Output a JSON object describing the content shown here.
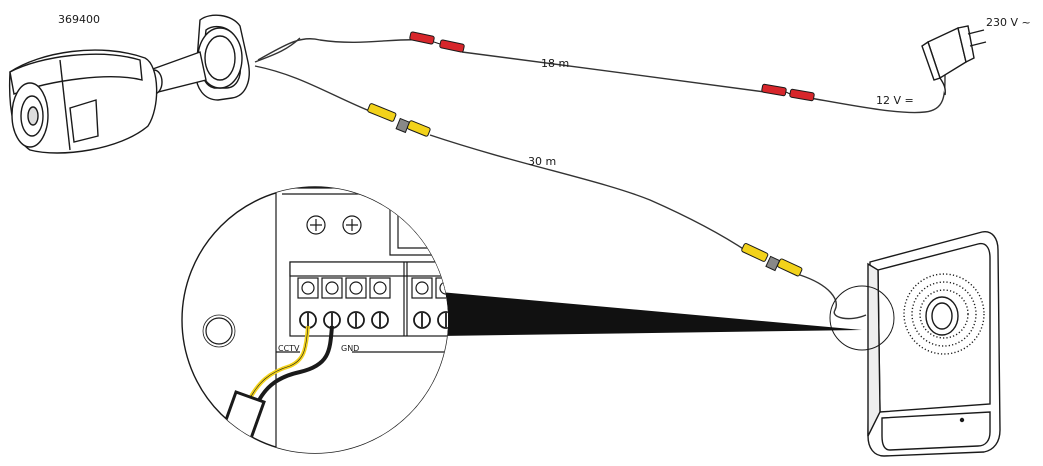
{
  "labels": {
    "product_code": "369400",
    "mains_voltage": "230 V ~",
    "dc_voltage": "12 V =",
    "power_cable_length": "18 m",
    "video_cable_length": "30 m",
    "terminal_cctv": "CCTV",
    "terminal_gnd": "GND"
  },
  "colors": {
    "outline": "#1a1a1a",
    "cable": "#333333",
    "power_connector": "#d7262b",
    "video_connector": "#f2d21b",
    "background": "#ffffff"
  },
  "icons": {
    "camera": "bullet-camera-icon",
    "power_adapter": "plug-adapter-icon",
    "door_station": "door-entry-panel-icon"
  }
}
